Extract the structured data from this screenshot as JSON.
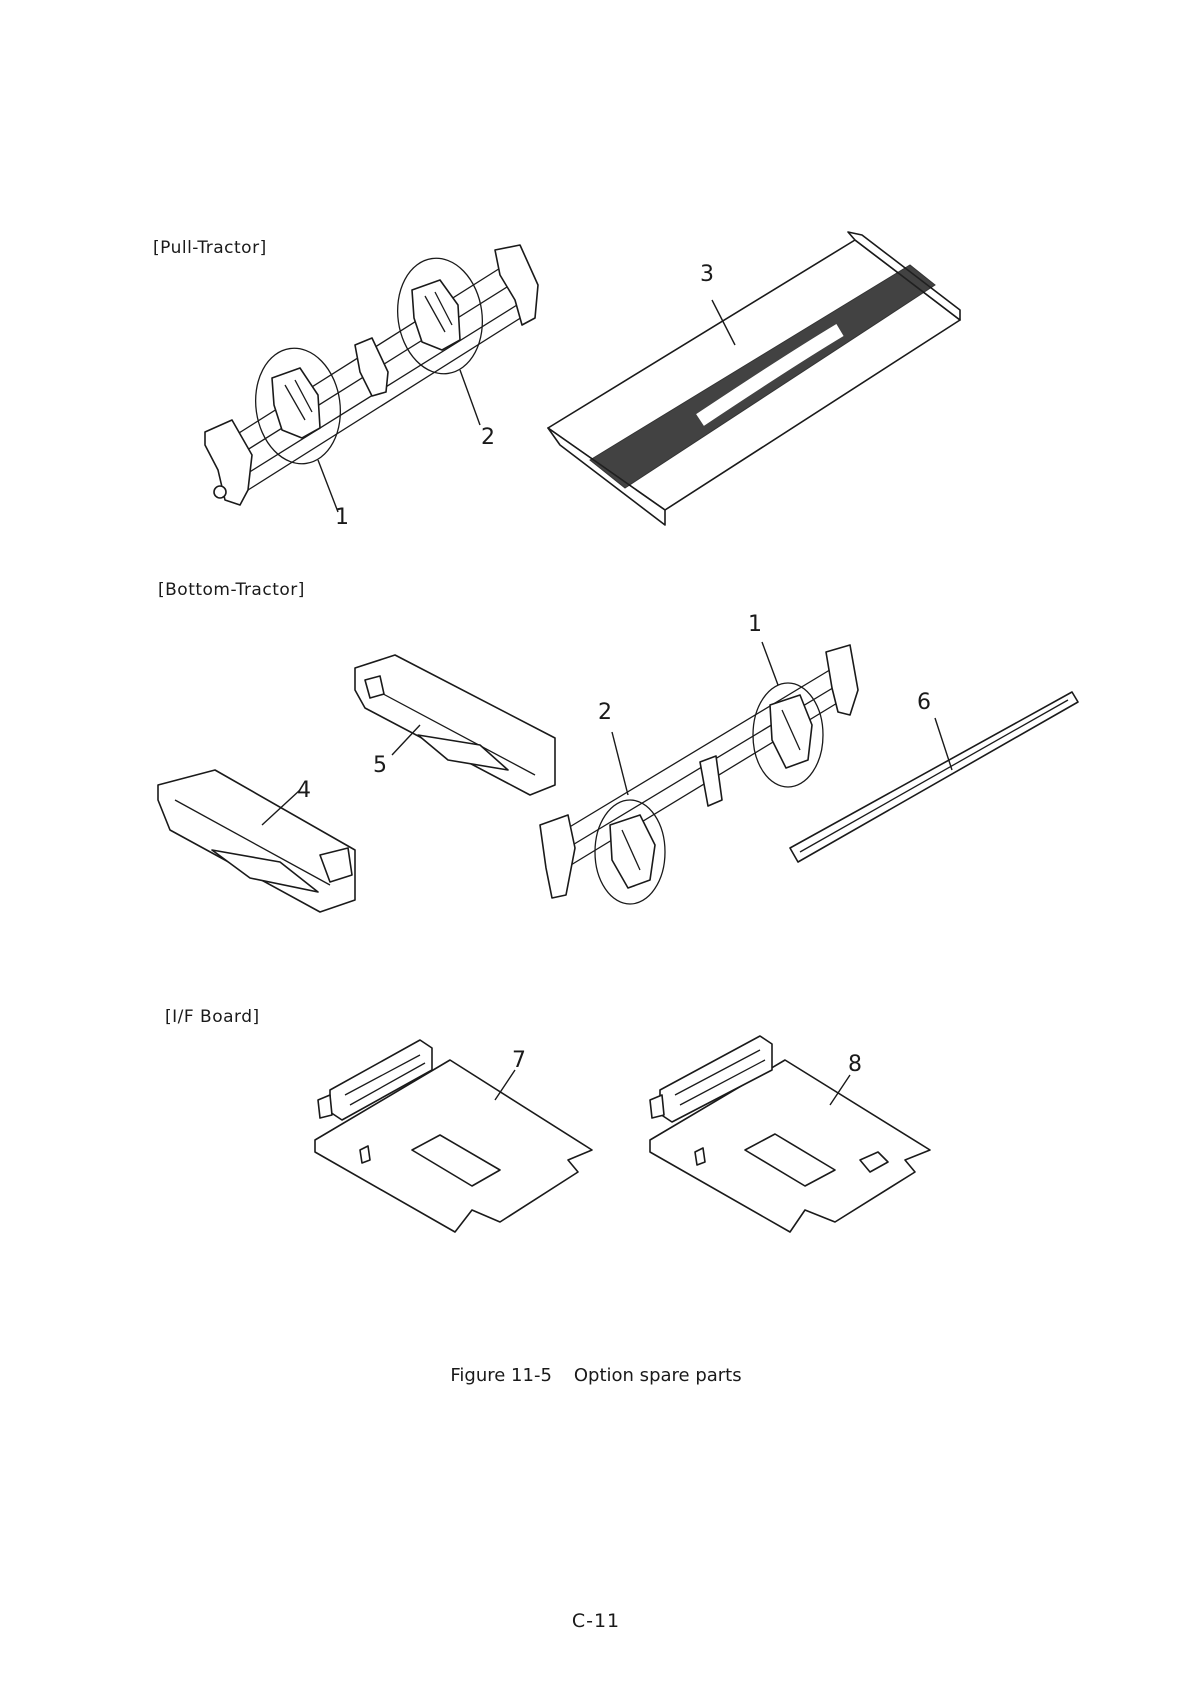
{
  "sections": {
    "pull_tractor": "[Pull-Tractor]",
    "bottom_tractor": "[Bottom-Tractor]",
    "if_board": "[I/F Board]"
  },
  "callouts": {
    "pull_1": "1",
    "pull_2": "2",
    "pull_3": "3",
    "bottom_1": "1",
    "bottom_2": "2",
    "bottom_4": "4",
    "bottom_5": "5",
    "bottom_6": "6",
    "board_7": "7",
    "board_8": "8"
  },
  "caption": {
    "figure_number": "Figure 11-5",
    "title": "Option spare parts"
  },
  "page_number": "C-11"
}
